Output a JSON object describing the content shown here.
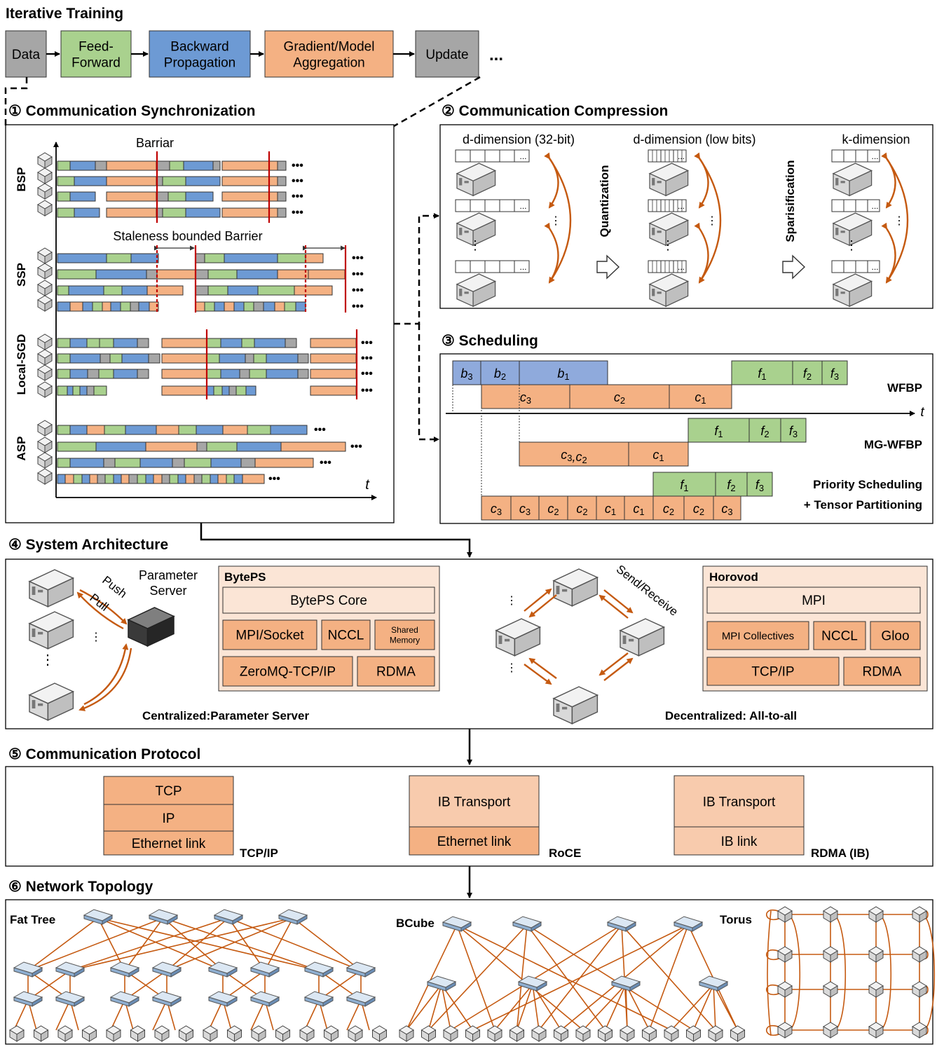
{
  "title": "Iterative Training",
  "pipeline": {
    "steps": [
      "Data",
      "Feed-\nForward",
      "Backward\nPropagation",
      "Gradient/Model\nAggregation",
      "Update"
    ],
    "ellipsis": "..."
  },
  "colors": {
    "data": "#a6a6a6",
    "feedforward": "#a9d18e",
    "backward": "#6d9ad4",
    "aggregation": "#f4b183",
    "update": "#a6a6a6",
    "light_orange": "#fbe5d6",
    "light_blue": "#8faadc",
    "barrier": "#c00000",
    "arrow": "#c55a11",
    "link": "#c55a11"
  },
  "sections": {
    "s1": "① Communication Synchronization",
    "s2": "② Communication Compression",
    "s3": "③ Scheduling",
    "s4": "④ System Architecture",
    "s5": "⑤ Communication Protocol",
    "s6": "⑥ Network Topology"
  },
  "sync": {
    "barrier_label": "Barriar",
    "staleness_label": "Staleness bounded Barrier",
    "groups": [
      "BSP",
      "SSP",
      "Local-SGD",
      "ASP"
    ],
    "t_label": "t",
    "dots": "•••"
  },
  "compression": {
    "col1": "d-dimension (32-bit)",
    "col2": "d-dimension (low bits)",
    "col3": "k-dimension",
    "op1": "Quantization",
    "op2": "Sparisification",
    "ellipsis": "..."
  },
  "scheduling": {
    "wfbp": "WFBP",
    "mgwfbp": "MG-WFBP",
    "prio1": "Priority Scheduling",
    "prio2": "+ Tensor Partitioning",
    "t_label": "t",
    "wfbp_b": [
      "b3",
      "b2",
      "b1"
    ],
    "wfbp_c": [
      "c3",
      "c2",
      "c1"
    ],
    "f": [
      "f1",
      "f2",
      "f3"
    ],
    "mg_c": [
      "c3,c2",
      "c1"
    ],
    "prio_c": [
      "c3",
      "c3",
      "c2",
      "c2",
      "c1",
      "c1",
      "c2",
      "c2",
      "c3"
    ]
  },
  "architecture": {
    "push": "Push",
    "pull": "Pull",
    "ps_label": "Parameter\nServer",
    "centralized": "Centralized:Parameter Server",
    "decentralized": "Decentralized: All-to-all",
    "send_receive": "Send/Receive",
    "byteps": {
      "title": "BytePS",
      "core": "BytePS Core",
      "mpi_socket": "MPI/Socket",
      "nccl": "NCCL",
      "shared_memory": "Shared\nMemory",
      "zeromq": "ZeroMQ-TCP/IP",
      "rdma": "RDMA"
    },
    "horovod": {
      "title": "Horovod",
      "mpi": "MPI",
      "mpi_collectives": "MPI Collectives",
      "nccl": "NCCL",
      "gloo": "Gloo",
      "tcpip": "TCP/IP",
      "rdma": "RDMA"
    }
  },
  "protocol": {
    "tcpip": {
      "layers": [
        "TCP",
        "IP",
        "Ethernet link"
      ],
      "label": "TCP/IP"
    },
    "roce": {
      "layers": [
        "IB Transport",
        "Ethernet link"
      ],
      "label": "RoCE"
    },
    "rdma": {
      "layers": [
        "IB Transport",
        "IB link"
      ],
      "label": "RDMA (IB)"
    }
  },
  "topology": {
    "fat_tree": "Fat Tree",
    "bcube": "BCube",
    "torus": "Torus"
  }
}
